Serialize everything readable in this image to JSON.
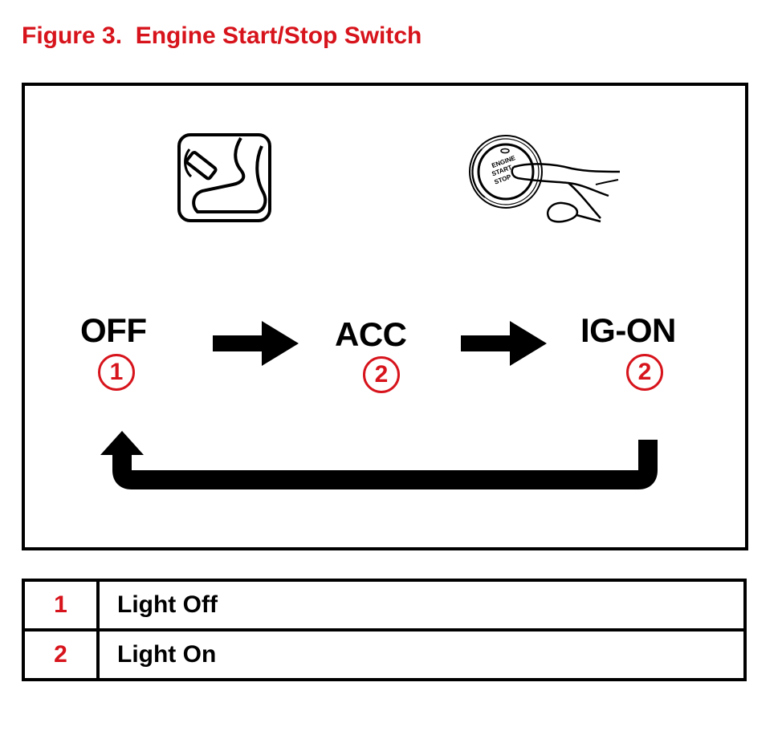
{
  "figure": {
    "title": "Figure 3.  Engine Start/Stop Switch",
    "accent_color": "#d7141c",
    "icons": [
      "brake-pedal-icon",
      "start-stop-button-press-icon",
      "arrow-right-icon",
      "return-arrow-icon"
    ],
    "button_text": [
      "ENGINE",
      "START",
      "STOP"
    ]
  },
  "states": [
    {
      "label": "OFF",
      "badge": "1"
    },
    {
      "label": "ACC",
      "badge": "2"
    },
    {
      "label": "IG-ON",
      "badge": "2"
    }
  ],
  "legend": [
    {
      "number": "1",
      "description": "Light Off"
    },
    {
      "number": "2",
      "description": "Light On"
    }
  ]
}
